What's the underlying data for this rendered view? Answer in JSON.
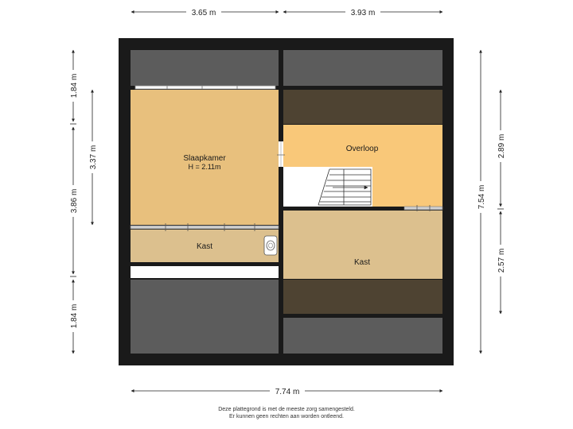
{
  "dimensions": {
    "top_left": "3.65 m",
    "top_right": "3.93 m",
    "bottom": "7.74 m",
    "left_top": "1.84 m",
    "left_middle": "3.86 m",
    "left_bottom": "1.84 m",
    "inner_left": "3.37 m",
    "right_total": "7.54 m",
    "right_upper": "2.89 m",
    "right_lower": "2.57 m"
  },
  "rooms": {
    "bedroom_name": "Slaapkamer",
    "bedroom_height": "H = 2.11m",
    "landing": "Overloop",
    "closet_left": "Kast",
    "closet_right": "Kast"
  },
  "colors": {
    "wall": "#1a1a1a",
    "roof_slope": "#5c5c5c",
    "bedroom": "#e8c07d",
    "landing": "#f9c879",
    "closet": "#dcc08e",
    "low_space": "#4e4332"
  },
  "disclaimer": {
    "line1": "Deze plattegrond is met de meeste zorg samengesteld.",
    "line2": "Er kunnen geen rechten aan worden ontleend."
  }
}
